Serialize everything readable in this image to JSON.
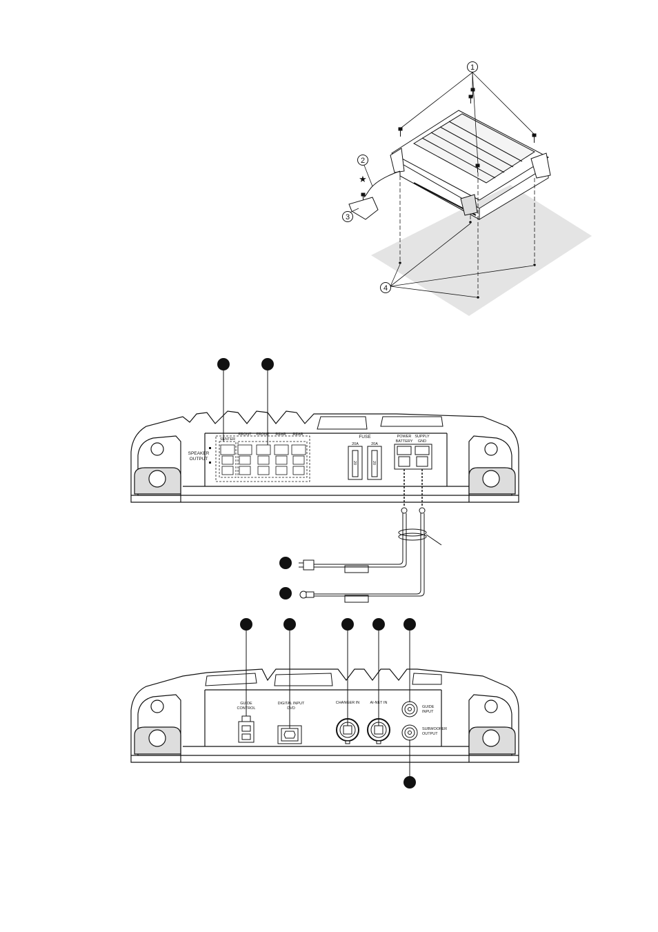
{
  "install": {
    "callouts": [
      "1",
      "2",
      "3",
      "4"
    ],
    "star_symbol": "★"
  },
  "top_panel": {
    "speaker_output": [
      "SPEAKER",
      "OUTPUT"
    ],
    "channel_labels": [
      "SENTER",
      "FRONT",
      "FRONT",
      "REAR",
      "REAR"
    ],
    "fuse_label": "FUSE",
    "fuse_ratings": [
      "20A",
      "20A"
    ],
    "fuse_body_text": [
      "20",
      "20"
    ],
    "power_battery": [
      "POWER",
      "BATTERY"
    ],
    "supply_gnd": [
      "SUPPLY",
      "GND"
    ]
  },
  "bottom_panel": {
    "guide_control": [
      "GUIDE",
      "CONTROL"
    ],
    "digital_input": [
      "DIGITAL INPUT",
      "DVD"
    ],
    "changer_in": "CHANGER IN",
    "ainet_in": "AI-NET IN",
    "guide_input": [
      "GUIDE",
      "INPUT"
    ],
    "subwoofer_output": [
      "SUBWOOFER",
      "OUTPUT"
    ]
  },
  "colors": {
    "line": "#111111",
    "floor": "#e4e4e4",
    "marker": "#111111"
  }
}
